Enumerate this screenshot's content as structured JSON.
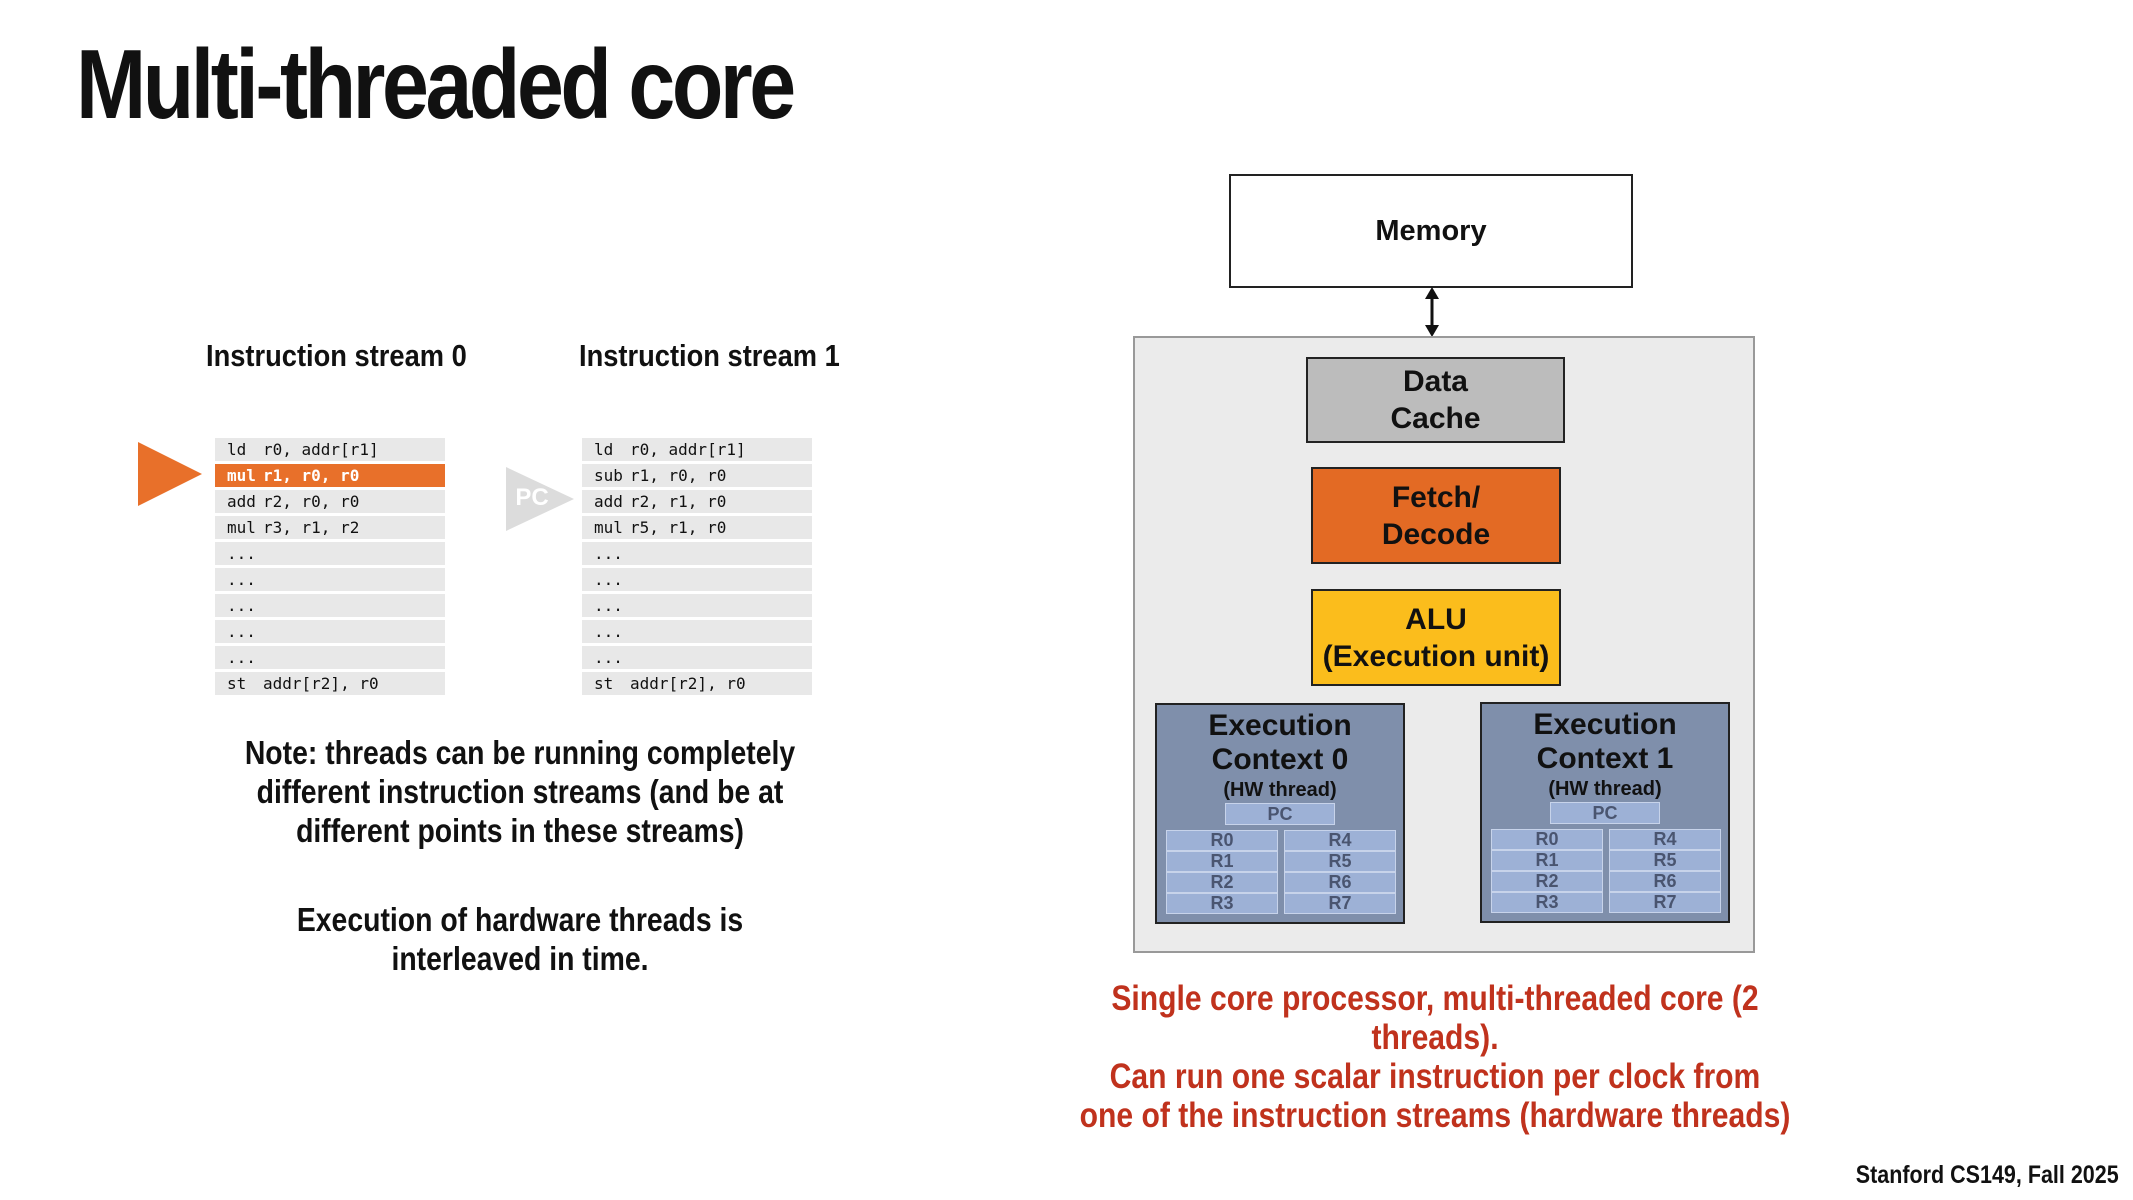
{
  "slide": {
    "title": "Multi-threaded core",
    "footer": "Stanford CS149, Fall 2025"
  },
  "streams": [
    {
      "heading": "Instruction stream 0",
      "rows": [
        {
          "op": "ld",
          "args": "r0, addr[r1]"
        },
        {
          "op": "mul",
          "args": "r1, r0, r0"
        },
        {
          "op": "add",
          "args": "r2, r0, r0"
        },
        {
          "op": "mul",
          "args": "r3, r1, r2"
        },
        {
          "op": "...",
          "args": ""
        },
        {
          "op": "...",
          "args": ""
        },
        {
          "op": "...",
          "args": ""
        },
        {
          "op": "...",
          "args": ""
        },
        {
          "op": "...",
          "args": ""
        },
        {
          "op": "st",
          "args": "addr[r2], r0"
        }
      ]
    },
    {
      "heading": "Instruction stream 1",
      "rows": [
        {
          "op": "ld",
          "args": "r0, addr[r1]"
        },
        {
          "op": "sub",
          "args": "r1, r0, r0"
        },
        {
          "op": "add",
          "args": "r2, r1, r0"
        },
        {
          "op": "mul",
          "args": "r5, r1, r0"
        },
        {
          "op": "...",
          "args": ""
        },
        {
          "op": "...",
          "args": ""
        },
        {
          "op": "...",
          "args": ""
        },
        {
          "op": "...",
          "args": ""
        },
        {
          "op": "...",
          "args": ""
        },
        {
          "op": "st",
          "args": "addr[r2], r0"
        }
      ]
    }
  ],
  "pointers": {
    "stream1_label": "PC",
    "active_color": "#e8702a",
    "inactive_color": "#dcdcdc"
  },
  "notes": {
    "line1": "Note: threads can be running completely",
    "line2": "different instruction streams (and be at",
    "line3": "different points in these streams)",
    "line4": "Execution of hardware threads is",
    "line5": "interleaved in time."
  },
  "diagram": {
    "memory": "Memory",
    "data_cache_1": "Data",
    "data_cache_2": "Cache",
    "fetch_1": "Fetch/",
    "fetch_2": "Decode",
    "alu_1": "ALU",
    "alu_2": "(Execution unit)",
    "contexts": [
      {
        "title_1": "Execution",
        "title_2": "Context 0",
        "sub": "(HW thread)",
        "pc": "PC",
        "regs_left": [
          "R0",
          "R1",
          "R2",
          "R3"
        ],
        "regs_right": [
          "R4",
          "R5",
          "R6",
          "R7"
        ]
      },
      {
        "title_1": "Execution",
        "title_2": "Context 1",
        "sub": "(HW thread)",
        "pc": "PC",
        "regs_left": [
          "R0",
          "R1",
          "R2",
          "R3"
        ],
        "regs_right": [
          "R4",
          "R5",
          "R6",
          "R7"
        ]
      }
    ]
  },
  "caption": {
    "line1": "Single core processor, multi-threaded core (2 threads).",
    "line2": "Can run one scalar instruction per clock from",
    "line3": "one of the instruction streams (hardware threads)"
  }
}
